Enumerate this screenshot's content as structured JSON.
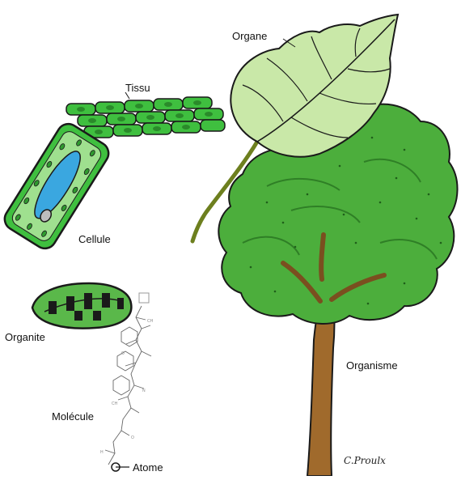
{
  "labels": {
    "organe": "Organe",
    "tissu": "Tissu",
    "cellule": "Cellule",
    "organite": "Organite",
    "organisme": "Organisme",
    "molecule": "Molécule",
    "atome": "Atome"
  },
  "signature": "C.Proulx",
  "colors": {
    "outline": "#1a1a1a",
    "cell_green": "#3fbf3f",
    "chloroplast_green": "#5ab84a",
    "vacuole_blue": "#3aa7e0",
    "leaf_green": "#c9e8a8",
    "canopy_green": "#4cae3c",
    "trunk_brown": "#a06a2c"
  }
}
